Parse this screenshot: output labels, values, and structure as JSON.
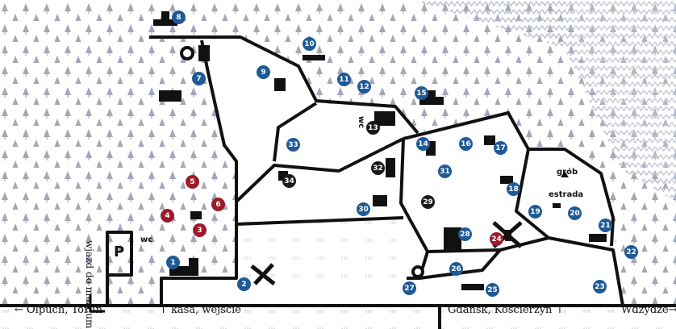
{
  "colors": {
    "blue": "#1f5a97",
    "red": "#9b1b2a",
    "black": "#1a1a1a",
    "tree": "#a3a8b8",
    "road": "#111111"
  },
  "labels": {
    "olpuch": "Olpuch, Toruń",
    "kasa": "kasa, wejście",
    "gdansk": "Gdańsk, Kościerzyn",
    "wdzydze": "Wdzydze",
    "wjazd": "wjazd do muzeum",
    "parking": "P",
    "wc1": "wc",
    "wc2": "wc",
    "grob": "grób",
    "estrada": "estrada"
  },
  "markers": [
    {
      "n": "1",
      "c": "blue"
    },
    {
      "n": "2",
      "c": "blue"
    },
    {
      "n": "3",
      "c": "red"
    },
    {
      "n": "4",
      "c": "red"
    },
    {
      "n": "5",
      "c": "red"
    },
    {
      "n": "6",
      "c": "red"
    },
    {
      "n": "7",
      "c": "blue"
    },
    {
      "n": "8",
      "c": "blue"
    },
    {
      "n": "9",
      "c": "blue"
    },
    {
      "n": "10",
      "c": "blue"
    },
    {
      "n": "11",
      "c": "blue"
    },
    {
      "n": "12",
      "c": "blue"
    },
    {
      "n": "13",
      "c": "black"
    },
    {
      "n": "14",
      "c": "blue"
    },
    {
      "n": "15",
      "c": "blue"
    },
    {
      "n": "16",
      "c": "blue"
    },
    {
      "n": "17",
      "c": "blue"
    },
    {
      "n": "18",
      "c": "blue"
    },
    {
      "n": "19",
      "c": "blue"
    },
    {
      "n": "20",
      "c": "blue"
    },
    {
      "n": "21",
      "c": "blue"
    },
    {
      "n": "22",
      "c": "blue"
    },
    {
      "n": "23",
      "c": "blue"
    },
    {
      "n": "24",
      "c": "red"
    },
    {
      "n": "25",
      "c": "blue"
    },
    {
      "n": "26",
      "c": "blue"
    },
    {
      "n": "27",
      "c": "blue"
    },
    {
      "n": "28",
      "c": "blue"
    },
    {
      "n": "29",
      "c": "black"
    },
    {
      "n": "30",
      "c": "blue"
    },
    {
      "n": "31",
      "c": "blue"
    },
    {
      "n": "32",
      "c": "black"
    },
    {
      "n": "33",
      "c": "blue"
    },
    {
      "n": "34",
      "c": "black"
    }
  ]
}
